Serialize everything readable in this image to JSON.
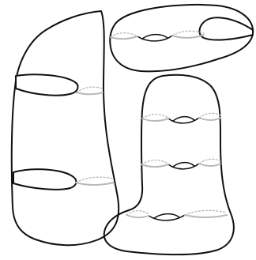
{
  "figure": {
    "surfaces": 3,
    "handles": 7,
    "separating_curves": 7
  }
}
